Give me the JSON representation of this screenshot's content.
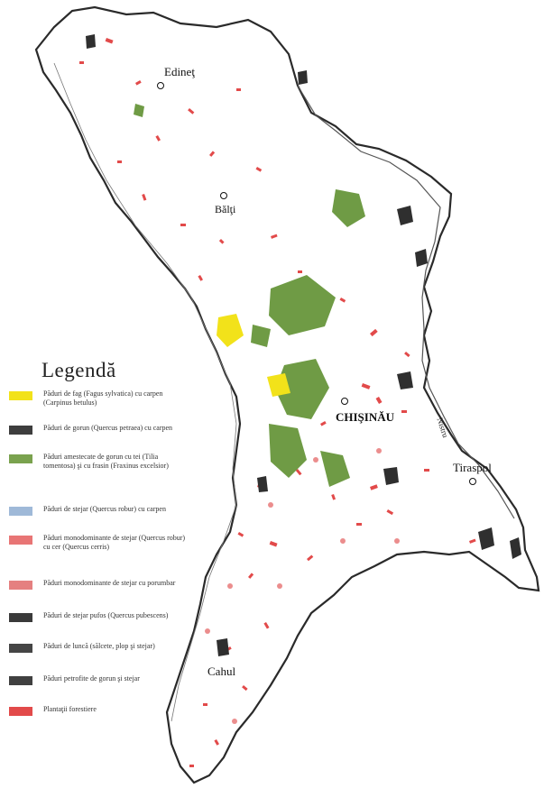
{
  "map": {
    "cities": [
      {
        "key": "edinet",
        "name": "Edineţ"
      },
      {
        "key": "balti",
        "name": "Bălţi"
      },
      {
        "key": "chisinau",
        "name": "CHIŞINĂU"
      },
      {
        "key": "tiraspol",
        "name": "Tiraspol"
      },
      {
        "key": "cahul",
        "name": "Cahul"
      }
    ],
    "rivers": [
      {
        "key": "nistru",
        "name": "Nistru"
      }
    ],
    "colors": {
      "country_fill": "#ffffff",
      "border": "#2a2a2a",
      "beech": "#f2e21a",
      "sessile_oak": "#3a3a3a",
      "mixed_oak_linden": "#6f9b45",
      "pedunculate_oak": "#9fb9d8",
      "planted": "#e24a4a",
      "mono_oak": "#e87a7a"
    }
  },
  "legend": {
    "title": "Legendă",
    "items": [
      {
        "color": "#f2e21a",
        "text": "Păduri de fag (Fagus sylvatica) cu carpen (Carpinus betulus)"
      },
      {
        "color": "#3d3d3d",
        "text": "Păduri de gorun (Quercus petraea) cu carpen"
      },
      {
        "color": "#7aa24e",
        "text": "Păduri amestecate de gorun cu tei (Tilia tomentosa) şi cu frasin (Fraxinus excelsior)"
      },
      {
        "color": "#9fb9d8",
        "text": "Păduri de stejar (Quercus robur) cu carpen"
      },
      {
        "color": "#e87575",
        "text": "Păduri monodominante de stejar (Quercus robur) cu cer (Quercus cerris)"
      },
      {
        "color": "#e58080",
        "text": "Păduri monodominante de stejar cu porumbar"
      },
      {
        "color": "#3a3a3a",
        "text": "Păduri de stejar pufos (Quercus pubescens)"
      },
      {
        "color": "#454545",
        "text": "Păduri de luncă (sălcete, plop şi stejar)"
      },
      {
        "color": "#404040",
        "text": "Păduri petrofite de gorun şi stejar"
      },
      {
        "color": "#e24a4a",
        "text": "Plantaţii forestiere"
      }
    ]
  }
}
